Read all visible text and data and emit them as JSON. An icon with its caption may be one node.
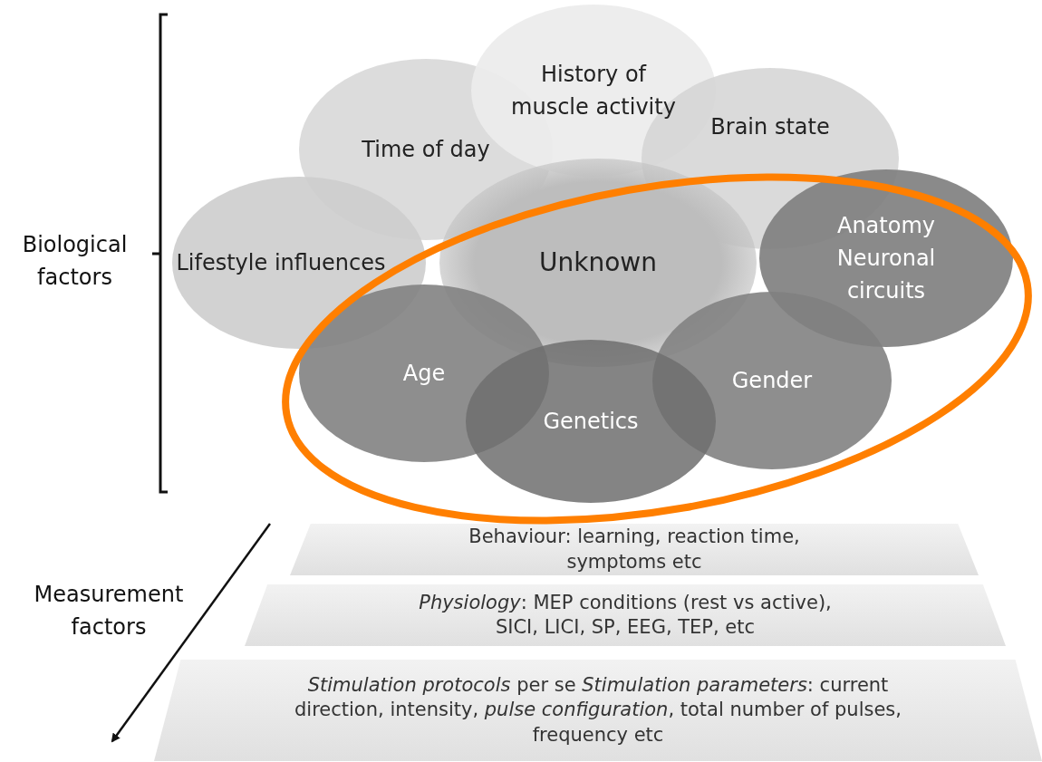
{
  "diagram": {
    "nodes": [
      {
        "text": [
          "History of muscle activity"
        ]
      },
      {
        "text": [
          "Time of day"
        ]
      },
      {
        "text": [
          "Brain state"
        ]
      },
      {
        "text": [
          "Lifestyle influences"
        ]
      },
      {
        "text": [
          "Unknown"
        ]
      },
      {
        "text": [
          "Anatomy Neuronal circuits"
        ]
      },
      {
        "text": [
          "Age"
        ]
      },
      {
        "text": [
          "Gender"
        ]
      },
      {
        "text": [
          "Genetics"
        ]
      },
      {
        "text": [
          "Behaviour: learning, reaction time, symptoms etc"
        ]
      },
      {
        "text": [
          "*Physiology*: MEP conditions (rest vs active), SICI, LICI, SP, EEG, TEP, etc"
        ]
      },
      {
        "text": [
          "*Stimulation protocols* per se *Stimulation parameters*: current direction, intensity, *pulse configuration*, total number of pulses, frequency etc"
        ]
      }
    ],
    "labels": [
      "Biological factors",
      "Measurement factors"
    ]
  }
}
